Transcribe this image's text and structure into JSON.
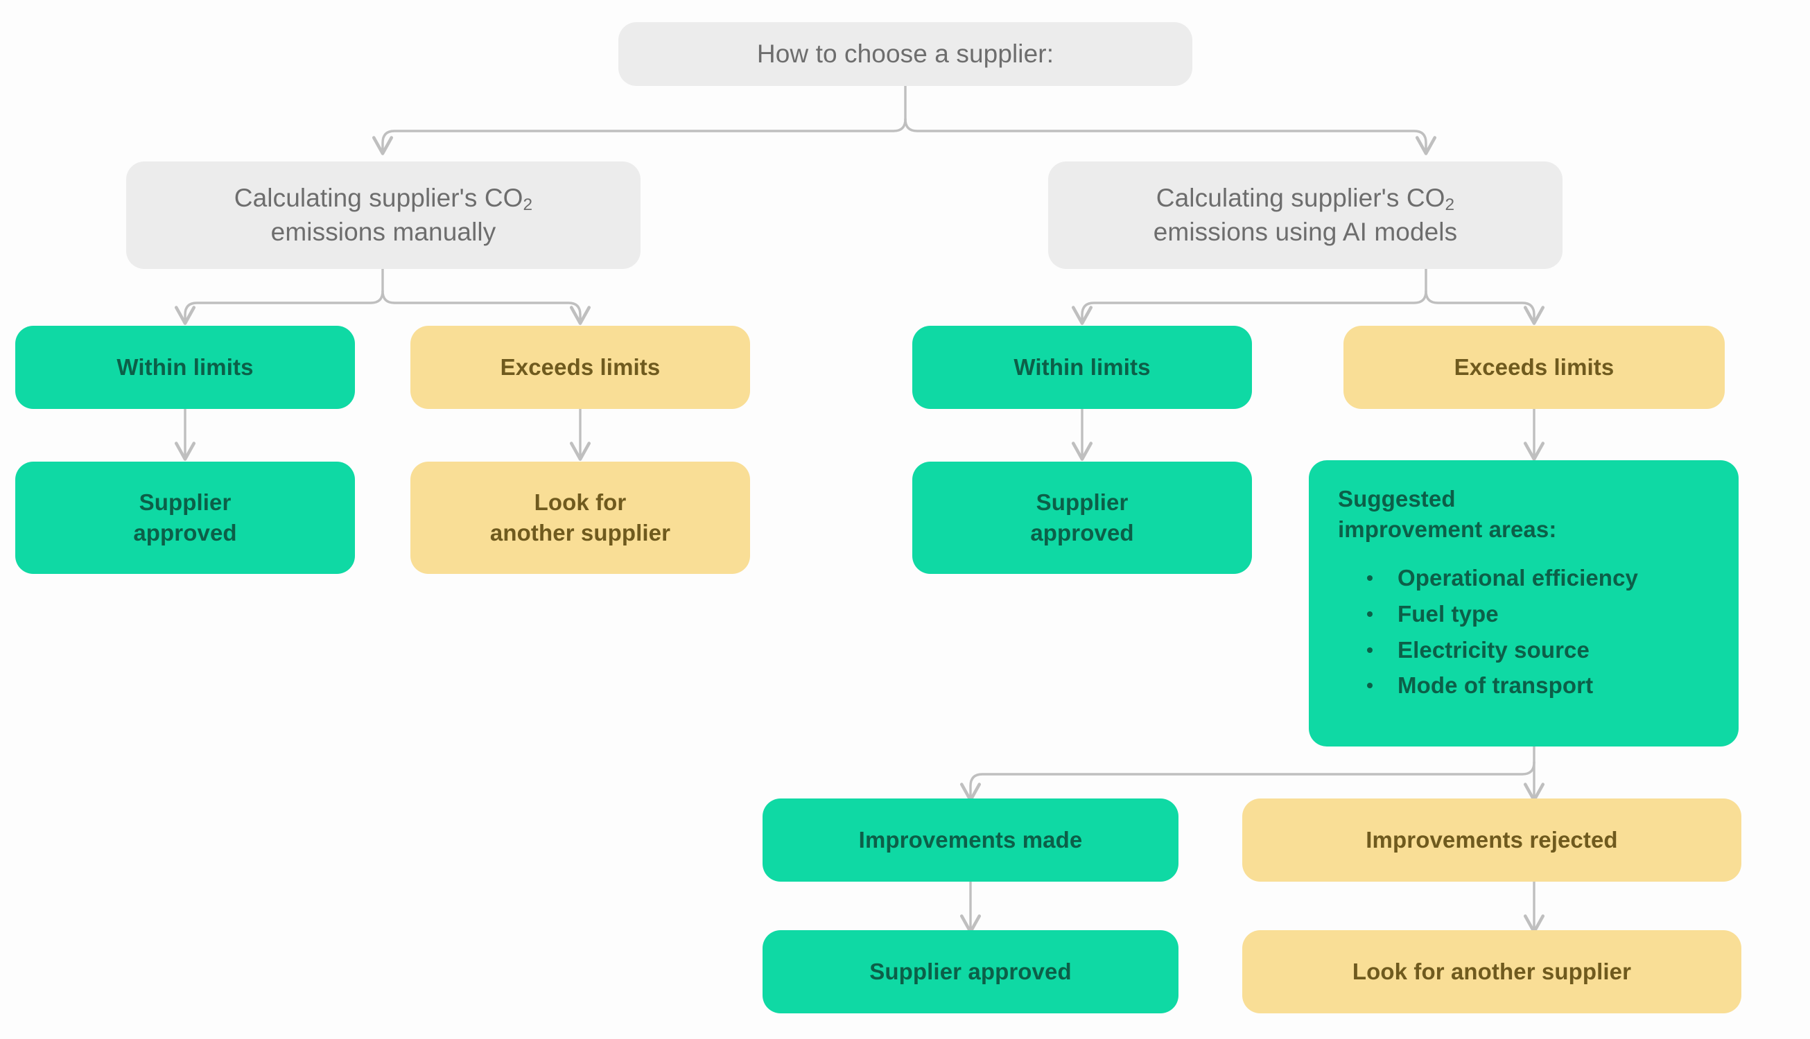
{
  "diagram": {
    "title": "How to choose a supplier:",
    "colors": {
      "neutral_node": "#ececec",
      "neutral_text": "#6d6d6d",
      "positive_node": "#0fd9a4",
      "positive_text": "#0c5f48",
      "warning_node": "#f9de96",
      "warning_text": "#6f5a1e",
      "connector": "#bfbfbf",
      "background": "#fdfdfd"
    },
    "nodes": {
      "root": {
        "label": "How to choose a supplier:"
      },
      "manual": {
        "line1": "Calculating supplier's CO",
        "sub1": "2",
        "line2": "emissions manually"
      },
      "ai": {
        "line1": "Calculating supplier's CO",
        "sub1": "2",
        "line2": "emissions using AI models"
      },
      "manual_within": {
        "label": "Within limits"
      },
      "manual_exceeds": {
        "label": "Exceeds limits"
      },
      "manual_approved": {
        "line1": "Supplier",
        "line2": "approved"
      },
      "manual_look": {
        "line1": "Look for",
        "line2": "another supplier"
      },
      "ai_within": {
        "label": "Within limits"
      },
      "ai_exceeds": {
        "label": "Exceeds limits"
      },
      "ai_approved": {
        "line1": "Supplier",
        "line2": "approved"
      },
      "suggested": {
        "heading_line1": "Suggested",
        "heading_line2": "improvement areas:",
        "bullets": [
          "Operational efficiency",
          "Fuel type",
          "Electricity source",
          "Mode of transport"
        ]
      },
      "improvements_made": {
        "label": "Improvements made"
      },
      "improvements_rejected": {
        "label": "Improvements rejected"
      },
      "final_approved": {
        "label": "Supplier approved"
      },
      "final_look": {
        "label": "Look for another supplier"
      }
    }
  }
}
